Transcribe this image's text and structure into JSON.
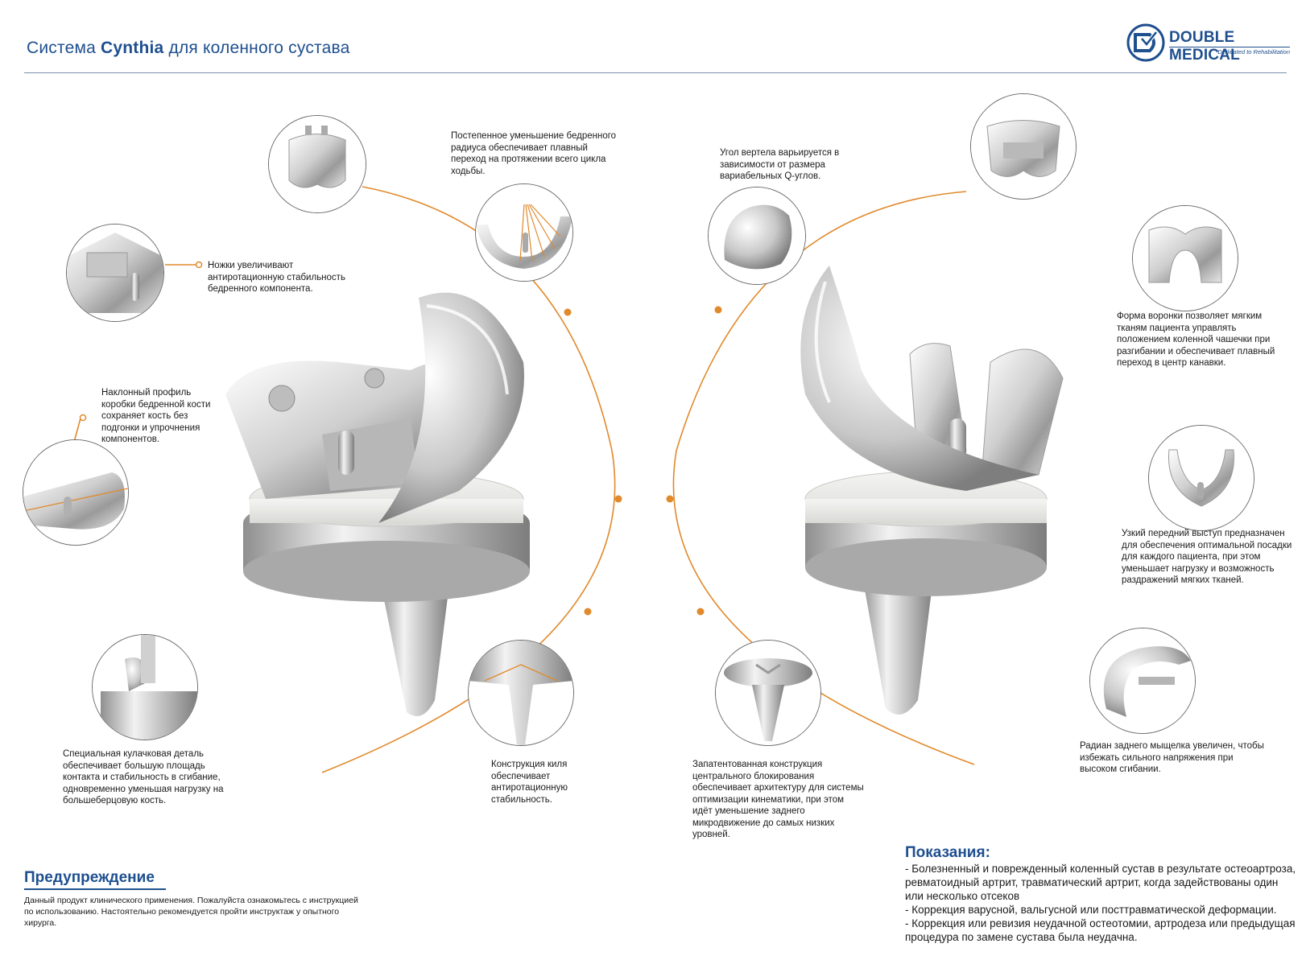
{
  "header": {
    "title_prefix": "Система",
    "title_product": "Cynthia",
    "title_suffix": "для коленного сустава",
    "brand": "DOUBLE MEDICAL",
    "brand_tagline": "Dedicated to Rehabilitation"
  },
  "callouts": {
    "femoral_radius": "Постепенное уменьшение бедренного радиуса обеспечивает плавный переход на протяжении всего цикла ходьбы.",
    "pegs": "Ножки увеличивают антиротационную стабильность бедренного компонента.",
    "box_profile": "Наклонный профиль коробки бедренной кости сохраняет кость без подгонки и упрочнения компонентов.",
    "cam": "Специальная кулачковая деталь обеспечивает большую площадь контакта и стабильность в сгибание, одновременно уменьшая нагрузку на большеберцовую кость.",
    "keel": "Конструкция киля обеспечивает антиротационную стабильность.",
    "trochlea": "Угол вертела варьируется в зависимости от размера вариабельных Q-углов.",
    "locking": "Запатентованная конструкция центрального блокирования обеспечивает архитектуру для системы оптимизации кинематики, при этом идёт уменьшение заднего микродвижение до самых низких уровней.",
    "funnel": "Форма воронки позволяет мягким тканям пациента управлять положением коленной чашечки при разгибании и обеспечивает плавный переход в центр канавки.",
    "anterior_flange": "Узкий передний выступ предназначен для обеспечения оптимальной посадки для каждого пациента, при этом уменьшает нагрузку и возможность раздражений мягких тканей.",
    "posterior_condyle": "Радиан заднего мыщелка увеличен, чтобы избежать сильного напряжения при высоком сгибании."
  },
  "warning": {
    "title": "Предупреждение",
    "text": "Данный продукт клинического применения. Пожалуйста ознакомьтесь с инструкцией по использованию. Настоятельно рекомендуется пройти инструктаж у опытного хирурга."
  },
  "indications": {
    "title": "Показания:",
    "items": [
      "- Болезненный и поврежденный коленный сустав в результате остеоартроза, ревматоидный артрит, травматический артрит, когда задействованы один или несколько отсеков",
      "- Коррекция варусной, вальгусной или посттравматической деформации.",
      "- Коррекция или ревизия неудачной остеотомии, артродеза или предыдущая процедура по замене сустава была неудачна."
    ]
  },
  "colors": {
    "brand_blue": "#1e4f8f",
    "accent_orange": "#e08a2c",
    "metal_light": "#eeeeee",
    "metal_dark": "#8a8a8a"
  },
  "icons": {
    "logo": "double-medical-logo-icon",
    "implant_left": "knee-implant-posterior-stabilized-image",
    "implant_right": "knee-implant-cruciate-retaining-image"
  }
}
